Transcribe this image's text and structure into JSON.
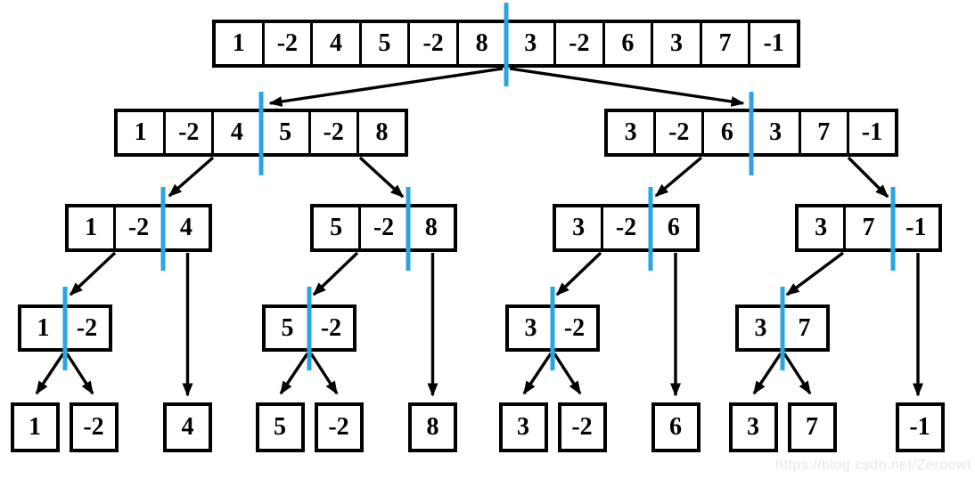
{
  "diagram": {
    "description": "Recursive divide steps of an array for a divide-and-conquer algorithm",
    "accent_color": "#29a6e2",
    "line_color": "#000000",
    "watermark": "https://blog.csdn.net/Zeroowt",
    "levels": [
      {
        "name": "level-0",
        "arrays": [
          {
            "values": [
              "1",
              "-2",
              "4",
              "5",
              "-2",
              "8",
              "3",
              "-2",
              "6",
              "3",
              "7",
              "-1"
            ],
            "split_after": 6
          }
        ]
      },
      {
        "name": "level-1",
        "arrays": [
          {
            "values": [
              "1",
              "-2",
              "4",
              "5",
              "-2",
              "8"
            ],
            "split_after": 3
          },
          {
            "values": [
              "3",
              "-2",
              "6",
              "3",
              "7",
              "-1"
            ],
            "split_after": 3
          }
        ]
      },
      {
        "name": "level-2",
        "arrays": [
          {
            "values": [
              "1",
              "-2",
              "4"
            ],
            "split_after": 2
          },
          {
            "values": [
              "5",
              "-2",
              "8"
            ],
            "split_after": 2
          },
          {
            "values": [
              "3",
              "-2",
              "6"
            ],
            "split_after": 2
          },
          {
            "values": [
              "3",
              "7",
              "-1"
            ],
            "split_after": 2
          }
        ]
      },
      {
        "name": "level-3",
        "arrays": [
          {
            "values": [
              "1",
              "-2"
            ],
            "split_after": 1
          },
          {
            "values": [
              "5",
              "-2"
            ],
            "split_after": 1
          },
          {
            "values": [
              "3",
              "-2"
            ],
            "split_after": 1
          },
          {
            "values": [
              "3",
              "7"
            ],
            "split_after": 1
          }
        ]
      },
      {
        "name": "level-4",
        "arrays": [
          {
            "values": [
              "1"
            ]
          },
          {
            "values": [
              "-2"
            ]
          },
          {
            "values": [
              "4"
            ]
          },
          {
            "values": [
              "5"
            ]
          },
          {
            "values": [
              "-2"
            ]
          },
          {
            "values": [
              "8"
            ]
          },
          {
            "values": [
              "3"
            ]
          },
          {
            "values": [
              "-2"
            ]
          },
          {
            "values": [
              "6"
            ]
          },
          {
            "values": [
              "3"
            ]
          },
          {
            "values": [
              "7"
            ]
          },
          {
            "values": [
              "-1"
            ]
          }
        ]
      }
    ]
  }
}
